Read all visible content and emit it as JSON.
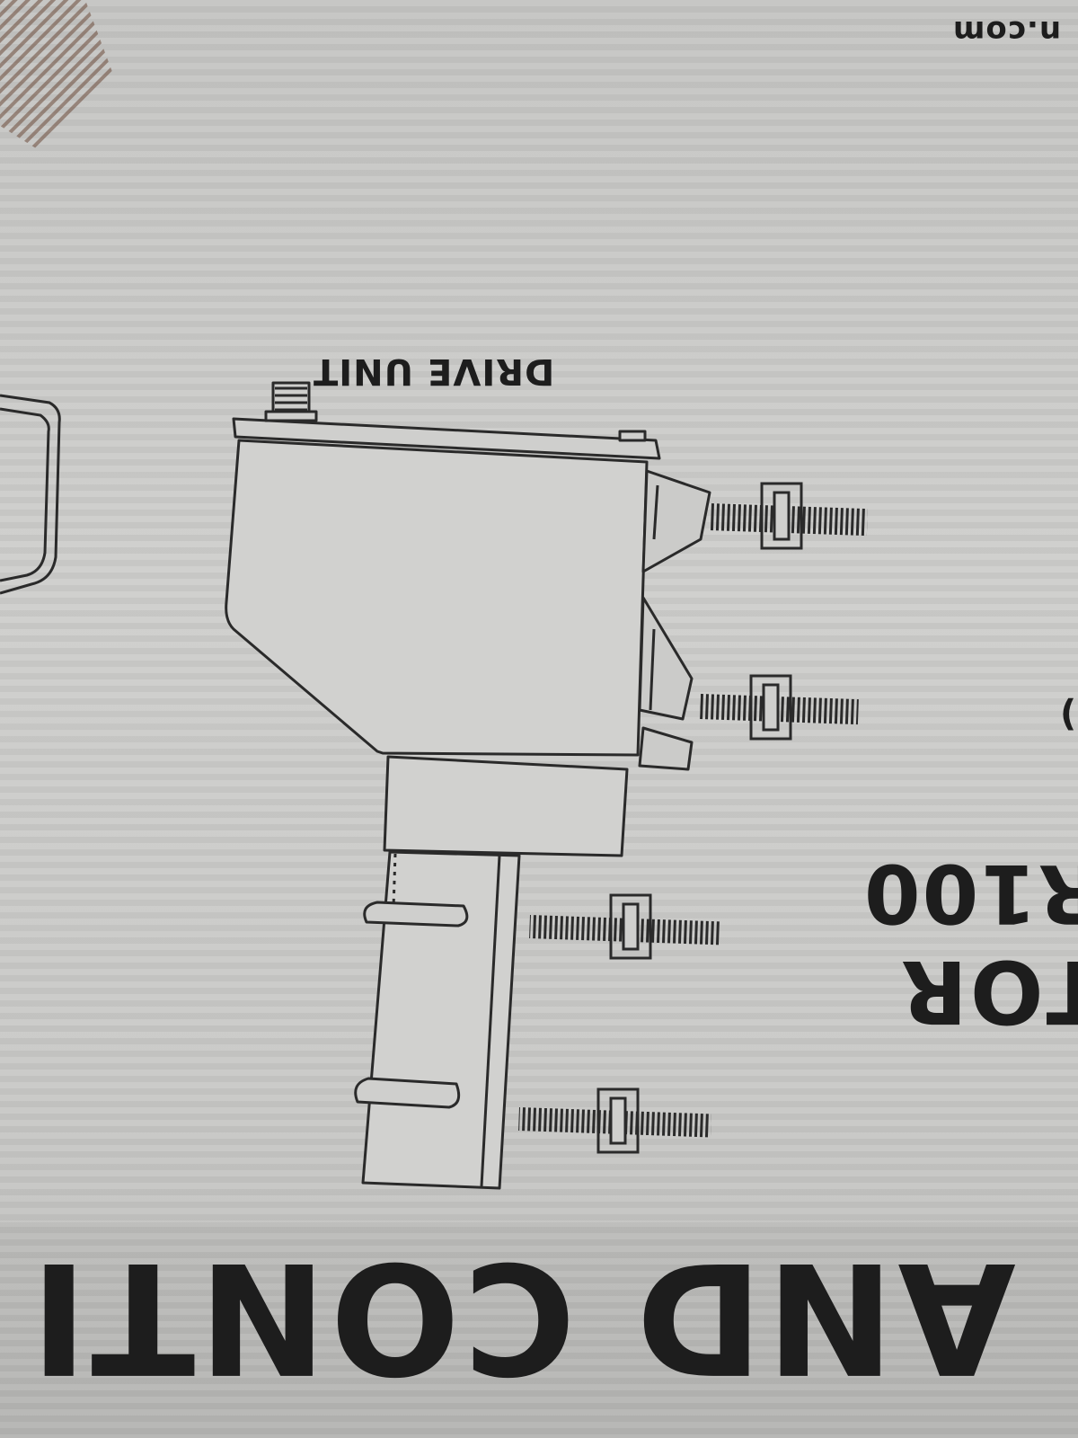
{
  "labels": {
    "url_fragment": "n.com",
    "drive_unit": "DRIVE UNIT",
    "model_fragment": "R100",
    "product_fragment": "TOR",
    "paren_fragment": ")",
    "headline_fragment": "OR AND CONTI"
  },
  "colors": {
    "cardboard": "#c9c9c7",
    "ink": "#1d1d1d",
    "line": "#2a2a2a"
  }
}
